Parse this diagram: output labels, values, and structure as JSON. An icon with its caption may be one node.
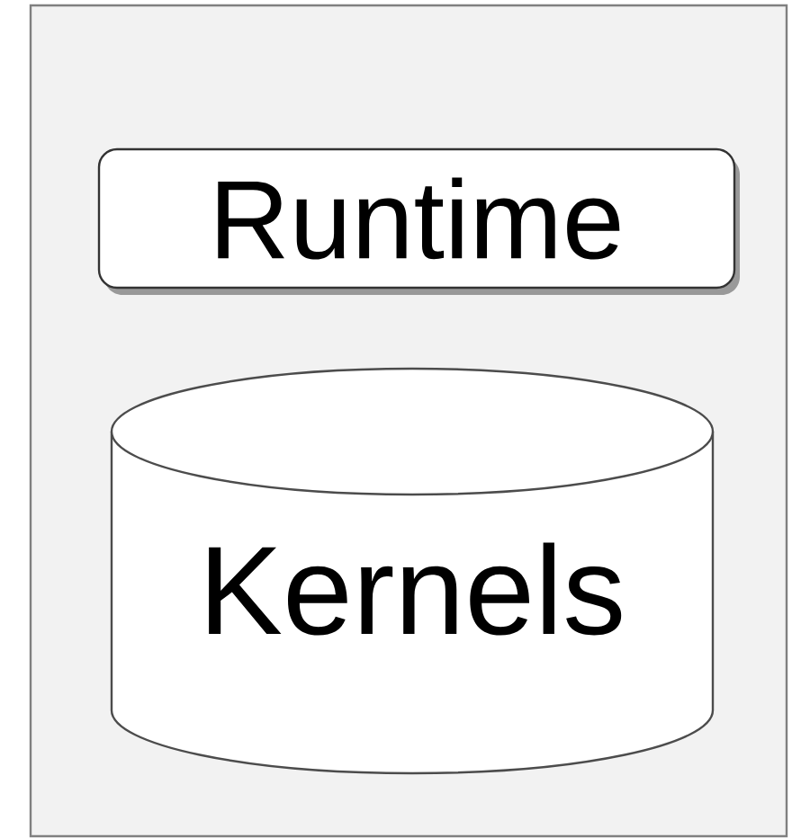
{
  "diagram": {
    "nodes": [
      {
        "text": [],
        "shape": "box"
      },
      {
        "text": [
          "Runtime"
        ],
        "in": 0
      },
      {
        "text": [
          "Kernels"
        ],
        "in": 0
      }
    ]
  }
}
